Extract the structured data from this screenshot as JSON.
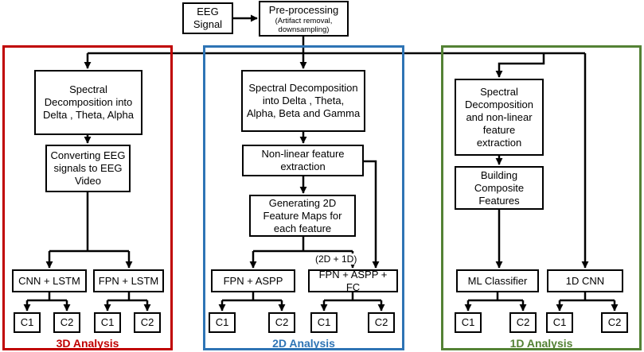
{
  "colors": {
    "red": "#c00000",
    "blue": "#2e74b5",
    "green": "#548235",
    "line": "#000000"
  },
  "top": {
    "eeg_signal": [
      "EEG",
      "Signal"
    ],
    "preprocessing_title": "Pre-processing",
    "preprocessing_sub": [
      "(Artifact removal,",
      "downsampling)"
    ]
  },
  "panels": {
    "p3d": {
      "title": "3D Analysis",
      "spectral": [
        "Spectral",
        "Decomposition into",
        "Delta , Theta, Alpha"
      ],
      "converting": [
        "Converting EEG",
        "signals to EEG",
        "Video"
      ],
      "model_a": "CNN + LSTM",
      "model_b": "FPN + LSTM"
    },
    "p2d": {
      "title": "2D Analysis",
      "spectral": [
        "Spectral Decomposition",
        "into  Delta , Theta,",
        "Alpha, Beta and Gamma"
      ],
      "nonlinear": [
        "Non-linear feature",
        "extraction"
      ],
      "generating": [
        "Generating 2D",
        "Feature Maps for",
        "each feature"
      ],
      "model_a": "FPN + ASPP",
      "model_b": "FPN + ASPP + FC",
      "edge_label": "(2D + 1D)"
    },
    "p1d": {
      "title": "1D Analysis",
      "spectral": [
        "Spectral",
        "Decomposition",
        "and non-linear",
        "feature",
        "extraction"
      ],
      "building": [
        "Building",
        "Composite",
        "Features"
      ],
      "model_a": "ML Classifier",
      "model_b": "1D CNN"
    }
  },
  "class_labels": [
    "C1",
    "C2"
  ]
}
